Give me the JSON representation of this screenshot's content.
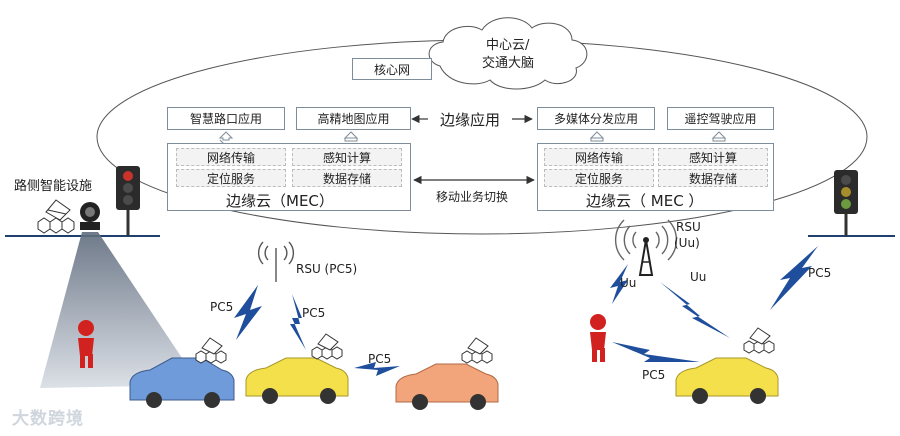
{
  "cloud": {
    "title_line1": "中心云/",
    "title_line2": "交通大脑",
    "core_network": "核心网"
  },
  "edge_application": "边缘应用",
  "apps_left": [
    "智慧路口应用",
    "高精地图应用"
  ],
  "apps_right": [
    "多媒体分发应用",
    "遥控驾驶应用"
  ],
  "mec_left": {
    "cells": [
      "网络传输",
      "感知计算",
      "定位服务",
      "数据存储"
    ],
    "title": "边缘云（MEC）"
  },
  "mec_right": {
    "cells": [
      "网络传输",
      "感知计算",
      "定位服务",
      "数据存储"
    ],
    "title": "边缘云（ MEC ）"
  },
  "handover": "移动业务切换",
  "roadside": "路侧智能设施",
  "rsu_pc5": "RSU (PC5)",
  "rsu_uu_line1": "RSU",
  "rsu_uu_line2": "(Uu)",
  "link_labels": {
    "pc5_a": "PC5",
    "pc5_b": "PC5",
    "pc5_c": "PC5",
    "pc5_d": "PC5",
    "pc5_e": "PC5",
    "uu_a": "Uu",
    "uu_b": "Uu"
  },
  "watermark": "大数跨境",
  "colors": {
    "car_blue": "#6f9bdb",
    "car_yellow": "#f4e04a",
    "car_orange": "#f2a47a",
    "person_red": "#d2221f",
    "lightning_blue": "#1f4f9c",
    "beam_gray": "#aeb6c3"
  }
}
